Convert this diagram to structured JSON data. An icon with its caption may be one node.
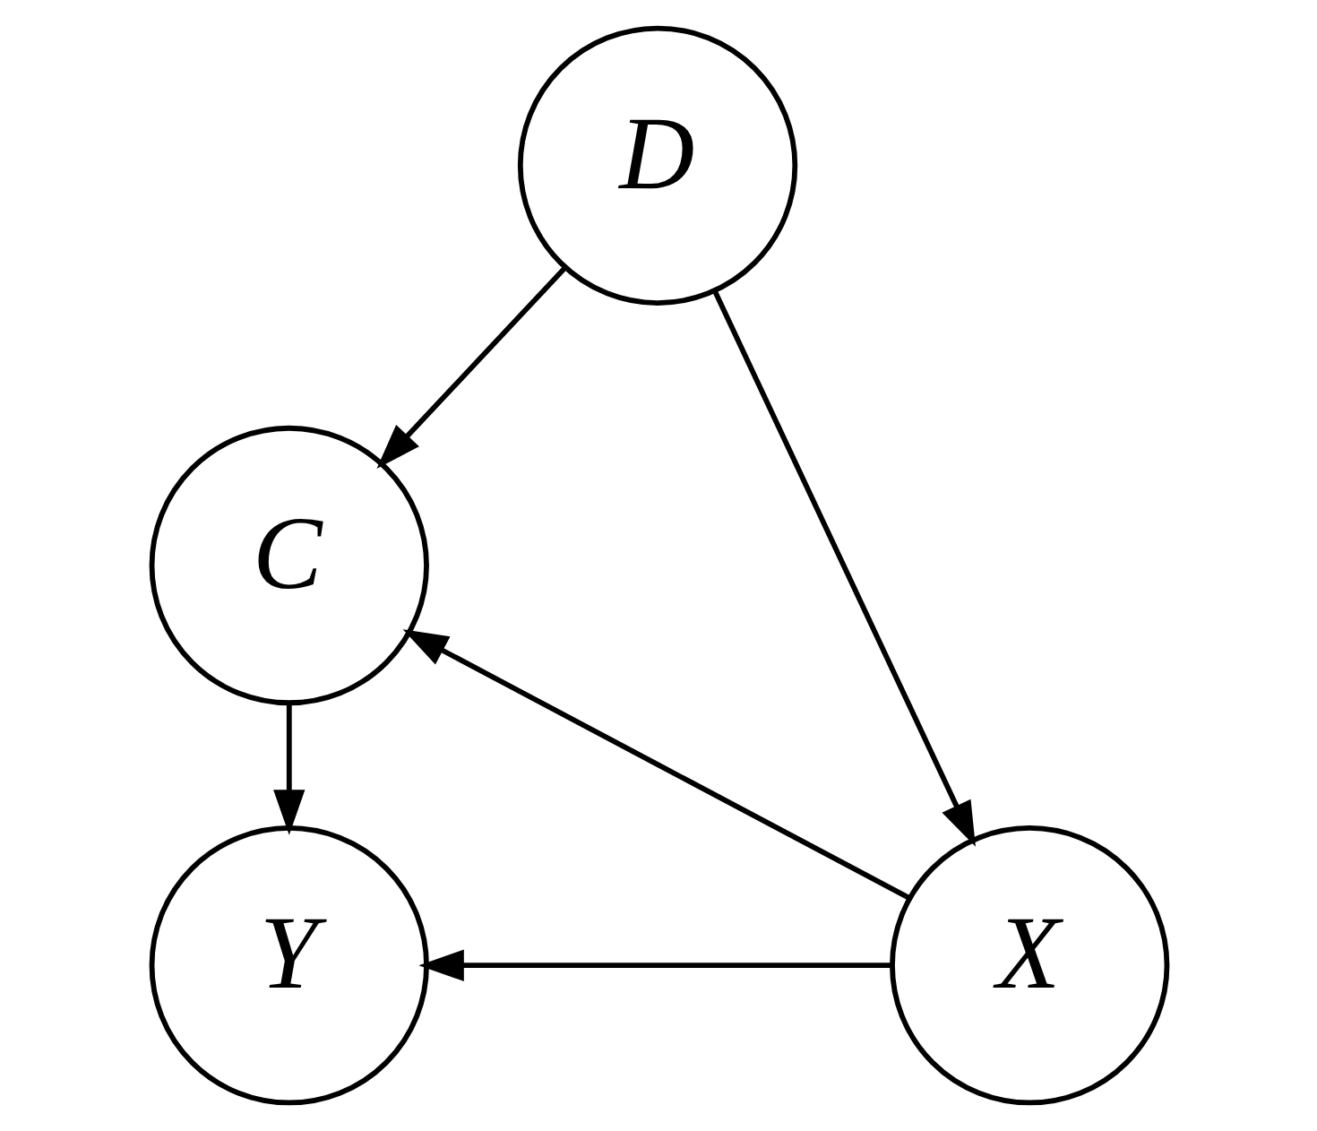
{
  "diagram": {
    "nodes": [
      {
        "text": [
          "D"
        ]
      },
      {
        "text": [
          "C"
        ]
      },
      {
        "text": [
          "X"
        ]
      },
      {
        "text": [
          "Y"
        ]
      }
    ],
    "edges": [
      {
        "from": 0,
        "to": 1,
        "arrow": "to"
      },
      {
        "from": 0,
        "to": 2,
        "arrow": "to"
      },
      {
        "from": 2,
        "to": 1,
        "arrow": "to"
      },
      {
        "from": 1,
        "to": 3,
        "arrow": "to"
      },
      {
        "from": 2,
        "to": 3,
        "arrow": "to"
      }
    ]
  }
}
